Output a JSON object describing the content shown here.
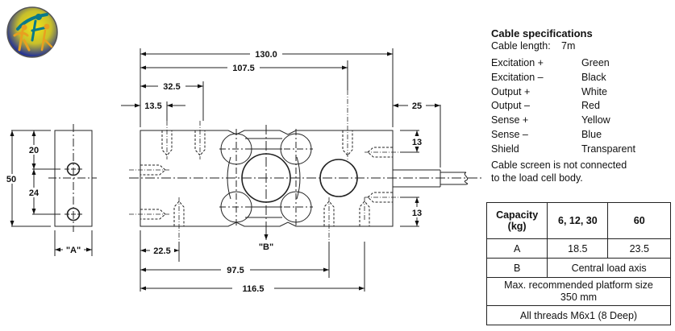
{
  "logo": {
    "icon": "figures-logo-icon",
    "colors": {
      "ring": "#1a2a9a",
      "fill": "#e8d81a",
      "figure_teal": "#0a7a8a",
      "figure_orange": "#e8a020"
    }
  },
  "drawing": {
    "dimensions": {
      "overall_length": "130.0",
      "hole_to_hole_top": "107.5",
      "first_top_hole": "32.5",
      "first_edge_hole": "13.5",
      "cable_length_stub": "25",
      "top_side_hole_offset": "13",
      "bottom_side_hole_offset": "13",
      "bottom_first_hole": "22.5",
      "bottom_second_hole": "97.5",
      "bottom_overall": "116.5",
      "end_height": "50",
      "end_upper": "20",
      "end_lower": "24",
      "end_width_label": "\"A\"",
      "load_axis_label": "\"B\""
    }
  },
  "cable": {
    "title": "Cable specifications",
    "length_label": "Cable length:",
    "length_value": "7m",
    "wires": [
      {
        "signal": "Excitation +",
        "color": "Green"
      },
      {
        "signal": "Excitation –",
        "color": "Black"
      },
      {
        "signal": "Output +",
        "color": "White"
      },
      {
        "signal": "Output –",
        "color": "Red"
      },
      {
        "signal": "Sense +",
        "color": "Yellow"
      },
      {
        "signal": "Sense –",
        "color": "Blue"
      },
      {
        "signal": "Shield",
        "color": "Transparent"
      }
    ],
    "note_line1": "Cable screen is not connected",
    "note_line2": "to the load cell body."
  },
  "capacity_table": {
    "header": {
      "label": "Capacity (kg)",
      "col1": "6, 12, 30",
      "col2": "60"
    },
    "row_a": {
      "label": "A",
      "col1": "18.5",
      "col2": "23.5"
    },
    "row_b": {
      "label": "B",
      "value": "Central load axis"
    },
    "platform": {
      "line1": "Max. recommended platform size",
      "line2": "350 mm"
    },
    "threads": "All threads M6x1 (8 Deep)"
  }
}
